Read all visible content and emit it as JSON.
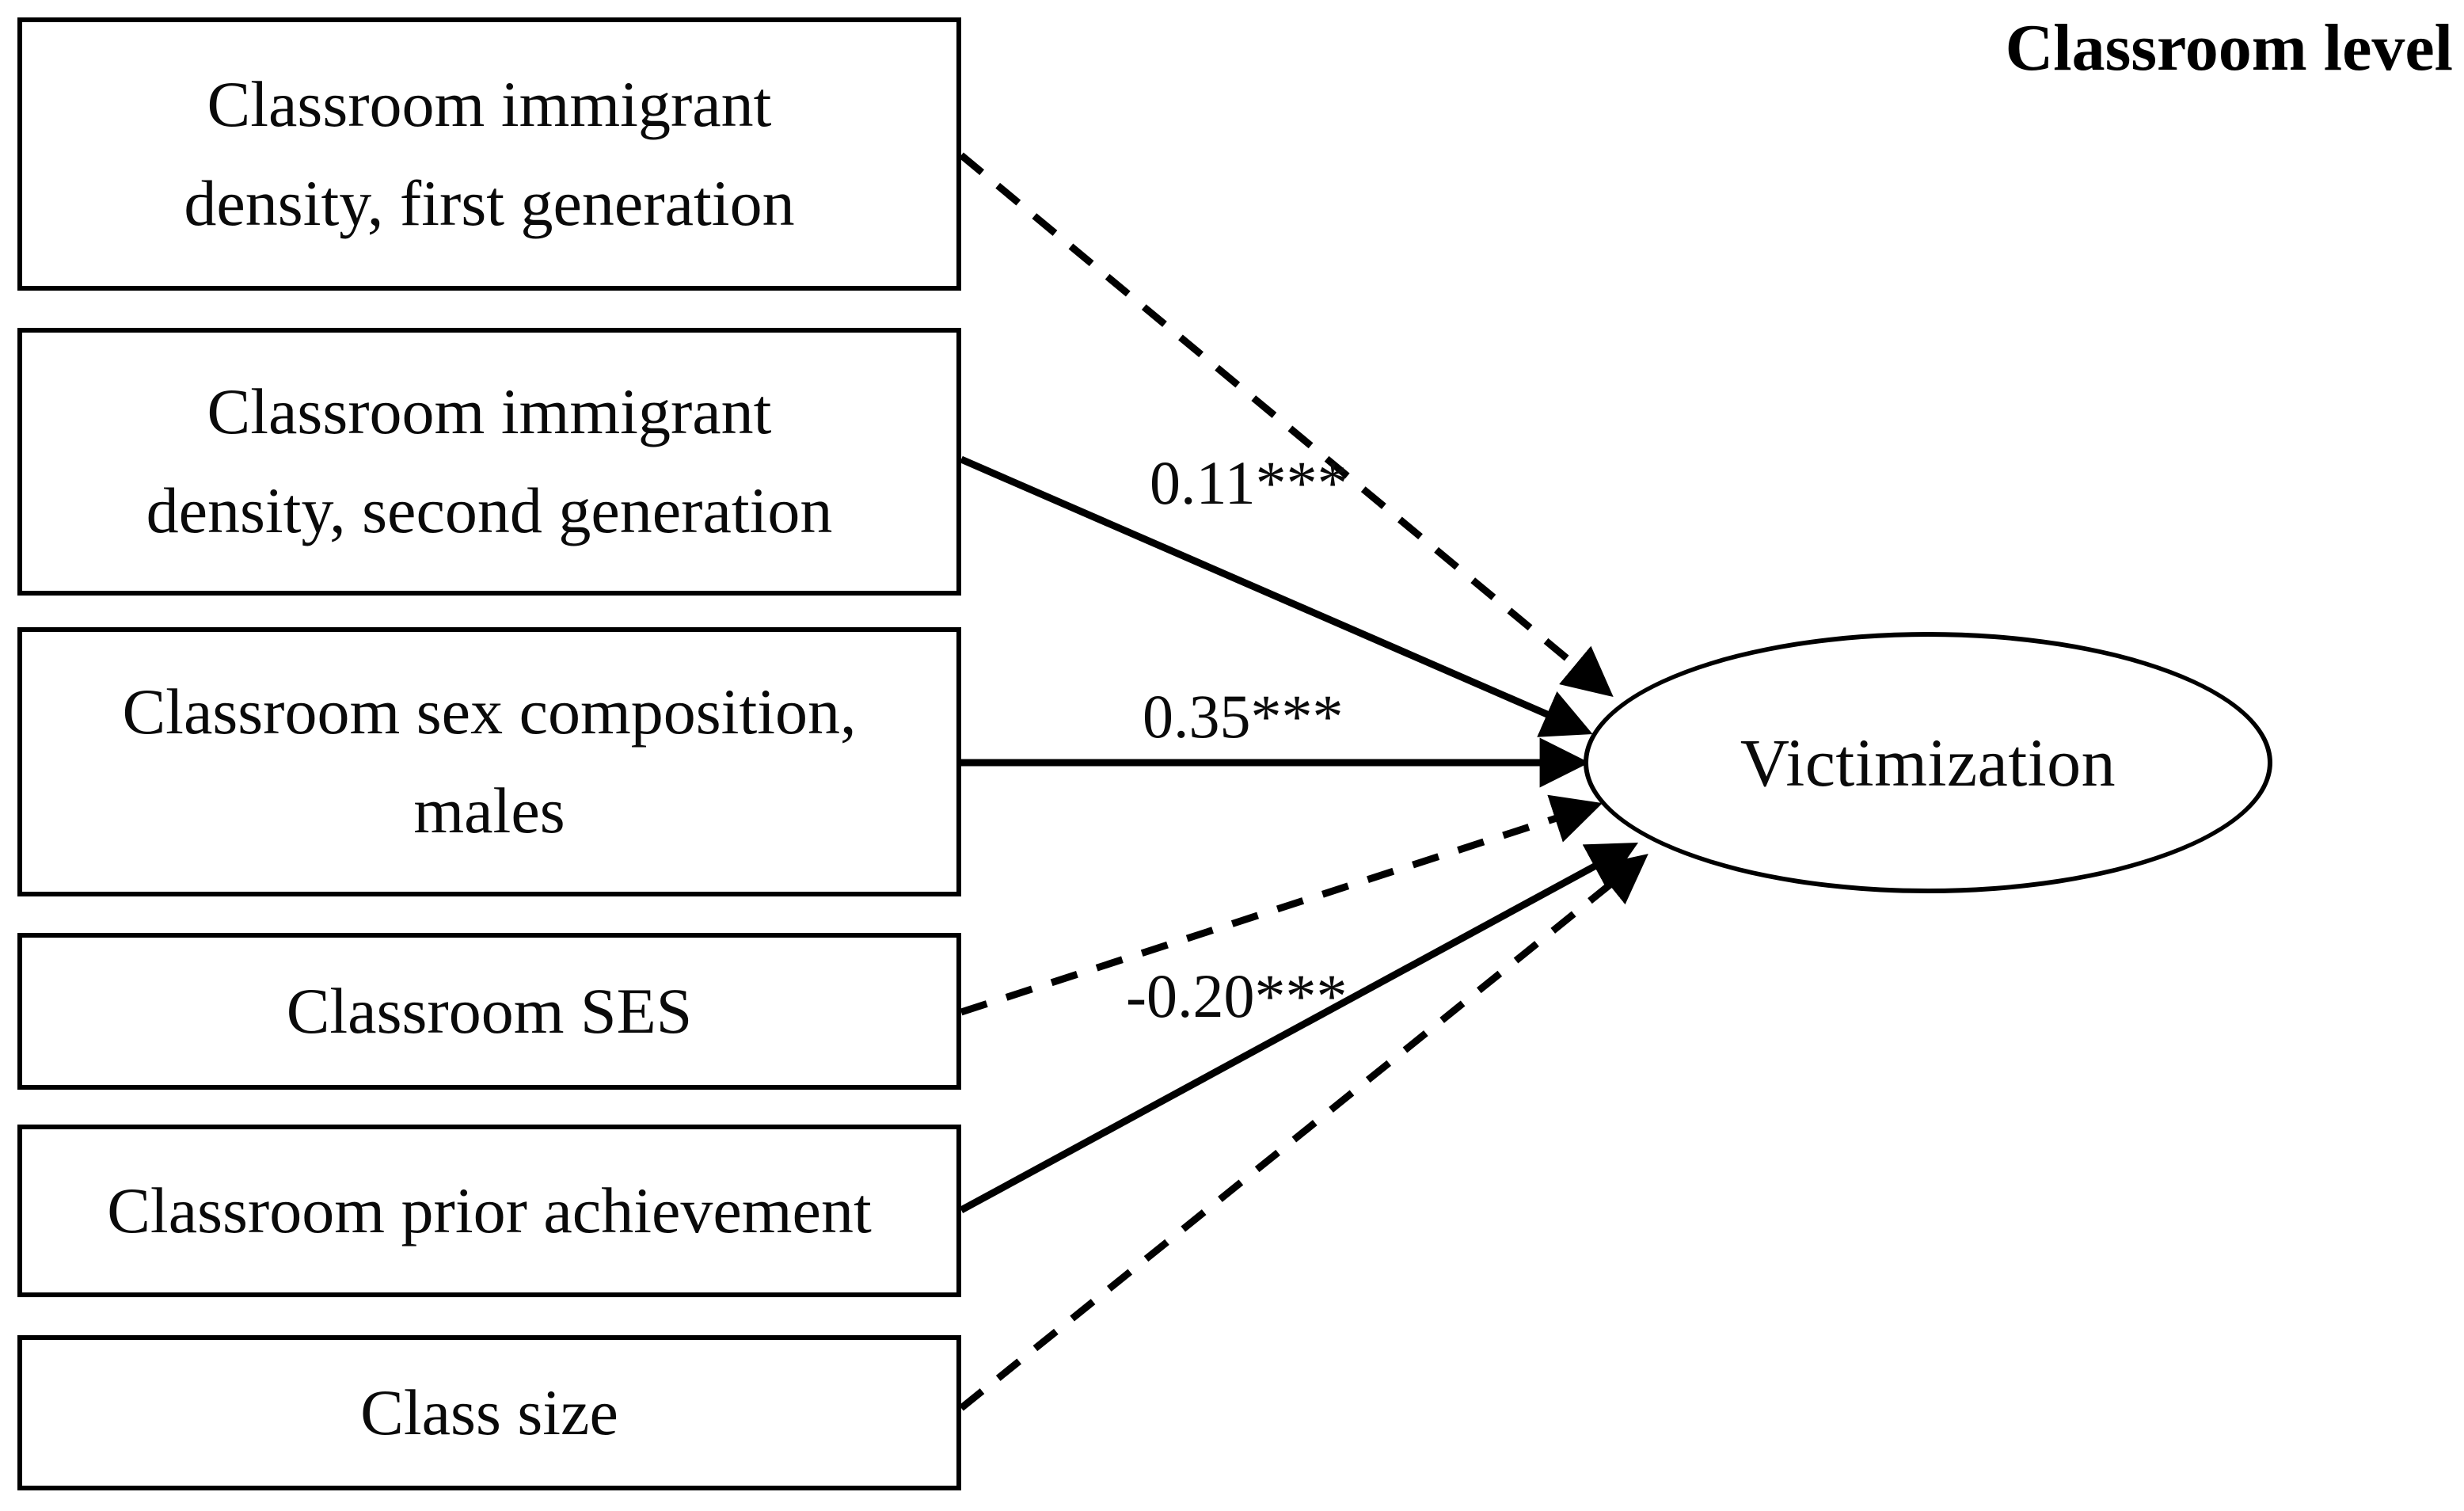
{
  "diagram": {
    "title": "Classroom level",
    "outcome": {
      "label": "Victimization",
      "shape": "ellipse"
    },
    "predictors": [
      {
        "id": "immigrant-density-first-generation",
        "label": "Classroom immigrant\ndensity, first generation"
      },
      {
        "id": "immigrant-density-second-generation",
        "label": "Classroom immigrant\ndensity, second generation"
      },
      {
        "id": "sex-composition-males",
        "label": "Classroom sex composition,\nmales"
      },
      {
        "id": "classroom-ses",
        "label": "Classroom SES"
      },
      {
        "id": "classroom-prior-achievement",
        "label": "Classroom prior achievement"
      },
      {
        "id": "class-size",
        "label": "Class size"
      }
    ],
    "paths": [
      {
        "id": "path-immigrant-first-to-victimization",
        "from": "immigrant-density-first-generation",
        "to": "Victimization",
        "style": "dashed",
        "coefficient": "",
        "significance": ""
      },
      {
        "id": "path-immigrant-second-to-victimization",
        "from": "immigrant-density-second-generation",
        "to": "Victimization",
        "style": "solid",
        "coefficient": "0.11",
        "significance": "***",
        "label": "0.11***"
      },
      {
        "id": "path-sex-composition-to-victimization",
        "from": "sex-composition-males",
        "to": "Victimization",
        "style": "solid",
        "coefficient": "0.35",
        "significance": "***",
        "label": "0.35***"
      },
      {
        "id": "path-ses-to-victimization",
        "from": "classroom-ses",
        "to": "Victimization",
        "style": "dashed",
        "coefficient": "-0.20",
        "significance": "***",
        "label": "-0.20***"
      },
      {
        "id": "path-prior-achievement-to-victimization",
        "from": "classroom-prior-achievement",
        "to": "Victimization",
        "style": "solid",
        "coefficient": "",
        "significance": ""
      },
      {
        "id": "path-class-size-to-victimization",
        "from": "class-size",
        "to": "Victimization",
        "style": "dashed",
        "coefficient": "",
        "significance": ""
      }
    ],
    "colors": {
      "stroke": "#000000",
      "text": "#0a0a0a",
      "background": "#ffffff"
    }
  },
  "chart_data": {
    "type": "diagram",
    "title": "Classroom level",
    "outcome": "Victimization",
    "categories": [
      "Classroom immigrant density, first generation",
      "Classroom immigrant density, second generation",
      "Classroom sex composition, males",
      "Classroom SES",
      "Classroom prior achievement",
      "Class size"
    ],
    "values": [
      null,
      0.11,
      0.35,
      -0.2,
      null,
      null
    ],
    "labels": [
      "",
      "0.11***",
      "0.35***",
      "-0.20***",
      "",
      ""
    ],
    "line_styles": [
      "dashed",
      "solid",
      "solid",
      "dashed",
      "solid",
      "dashed"
    ]
  }
}
